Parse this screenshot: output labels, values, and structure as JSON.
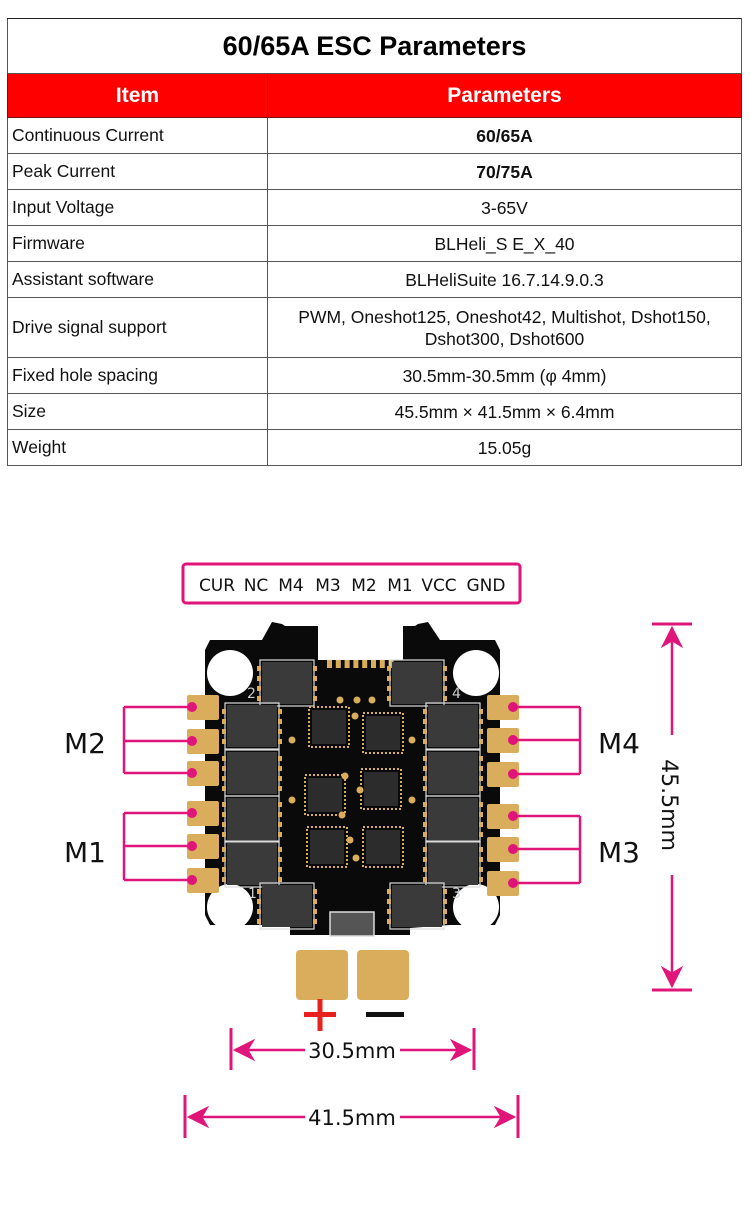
{
  "table": {
    "title": "60/65A ESC Parameters",
    "headers": {
      "item": "Item",
      "parameters": "Parameters"
    },
    "rows": [
      {
        "item": "Continuous Current",
        "value": "60/65A",
        "bold": true
      },
      {
        "item": "Peak Current",
        "value": "70/75A",
        "bold": true
      },
      {
        "item": "Input Voltage",
        "value": "3-65V"
      },
      {
        "item": "Firmware",
        "value": "BLHeli_S E_X_40"
      },
      {
        "item": "Assistant software",
        "value": "BLHeliSuite 16.7.14.9.0.3"
      },
      {
        "item": "Drive signal support",
        "value_line1": "PWM, Oneshot125, Oneshot42, Multishot, Dshot150,",
        "value_line2": "Dshot300, Dshot600"
      },
      {
        "item": "Fixed hole spacing",
        "value": "30.5mm-30.5mm (φ 4mm)"
      },
      {
        "item": "Size",
        "value": "45.5mm × 41.5mm × 6.4mm"
      },
      {
        "item": "Weight",
        "value": "15.05g"
      }
    ],
    "colors": {
      "header_bg": "#ff0000",
      "header_text": "#ffffff"
    }
  },
  "diagram": {
    "connector_pins": [
      "CUR",
      "NC",
      "M4",
      "M3",
      "M2",
      "M1",
      "VCC",
      "GND"
    ],
    "motor_labels": {
      "left_top": "M2",
      "left_bottom": "M1",
      "right_top": "M4",
      "right_bottom": "M3"
    },
    "mosfet_numbers": [
      "2",
      "4",
      "1",
      "3"
    ],
    "power_labels": {
      "positive": "+",
      "negative": "−"
    },
    "dimensions": {
      "height": "45.5mm",
      "hole_spacing": "30.5mm",
      "width": "41.5mm"
    },
    "colors": {
      "accent": "#e0157a",
      "pcb": "#0a0a0a",
      "pad": "#d9ad5b",
      "chip": "#3a3a3a",
      "plus": "#e8201e"
    }
  }
}
